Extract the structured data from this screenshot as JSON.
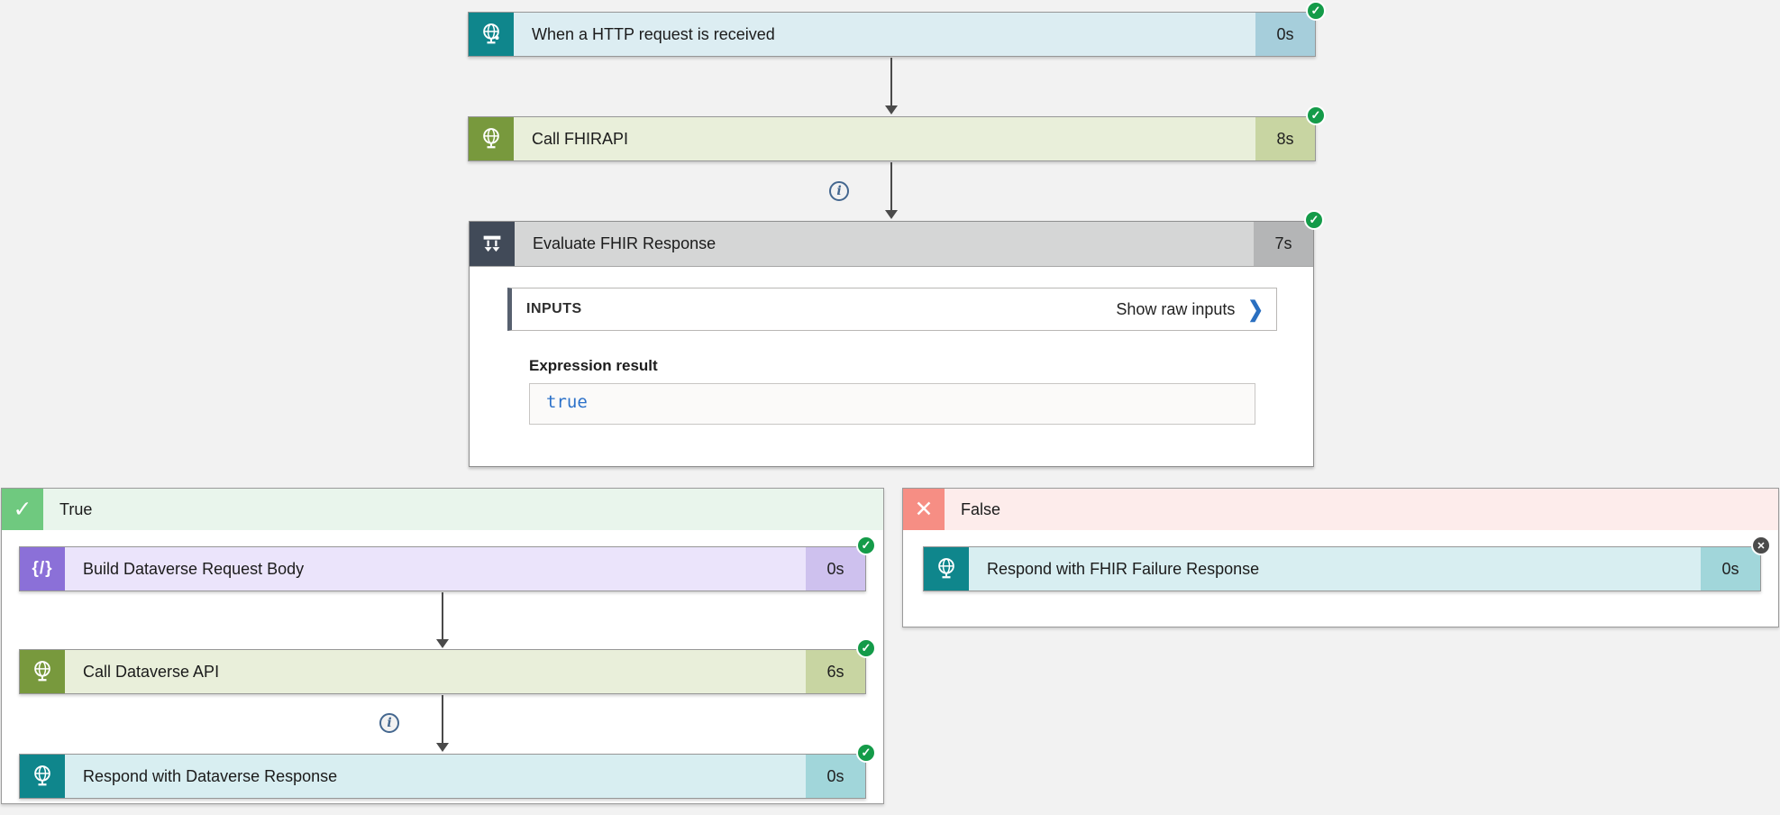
{
  "icons": {
    "check": "✓",
    "cross": "✕",
    "chevron": "❯",
    "info": "i",
    "compose": "{/}"
  },
  "colors": {
    "canvas_bg": "#f2f2f2",
    "success_green": "#149b49",
    "skipped_gray": "#4b4b4b",
    "trigger_teal": "#0f868c",
    "http_olive": "#78993d",
    "compose_purple": "#8b70d8",
    "condition_slate": "#414a58",
    "true_green": "#6fc97f",
    "false_salmon": "#f68e84",
    "link_blue": "#2a6fc0",
    "expression_blue": "#2c71c9"
  },
  "trigger": {
    "title": "When a HTTP request is received",
    "duration": "0s",
    "status": "succeeded"
  },
  "call_fhirapi": {
    "title": "Call FHIRAPI",
    "duration": "8s",
    "status": "succeeded"
  },
  "condition": {
    "title": "Evaluate FHIR Response",
    "duration": "7s",
    "status": "succeeded",
    "inputs_label": "INPUTS",
    "show_raw_inputs": "Show raw inputs",
    "expression_label": "Expression result",
    "expression_value": "true"
  },
  "true_branch": {
    "label": "True",
    "steps": [
      {
        "title": "Build Dataverse Request Body",
        "duration": "0s",
        "status": "succeeded"
      },
      {
        "title": "Call Dataverse API",
        "duration": "6s",
        "status": "succeeded"
      },
      {
        "title": "Respond with Dataverse Response",
        "duration": "0s",
        "status": "succeeded"
      }
    ]
  },
  "false_branch": {
    "label": "False",
    "steps": [
      {
        "title": "Respond with FHIR Failure Response",
        "duration": "0s",
        "status": "skipped"
      }
    ]
  }
}
